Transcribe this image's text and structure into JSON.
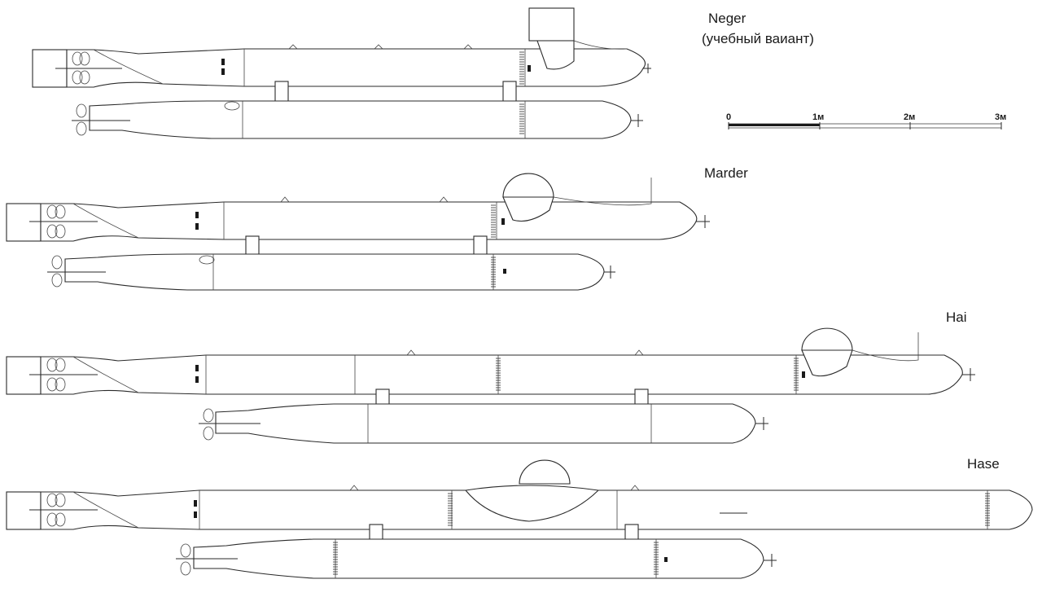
{
  "vehicles": [
    {
      "name": "Neger",
      "subtitle": "(учебный ваиант)"
    },
    {
      "name": "Marder",
      "subtitle": ""
    },
    {
      "name": "Hai",
      "subtitle": ""
    },
    {
      "name": "Hase",
      "subtitle": ""
    }
  ],
  "scale_bar": {
    "ticks": [
      "0",
      "1м",
      "2м",
      "3м"
    ]
  },
  "colors": {
    "line": "#2a2a2a",
    "background": "#ffffff"
  }
}
